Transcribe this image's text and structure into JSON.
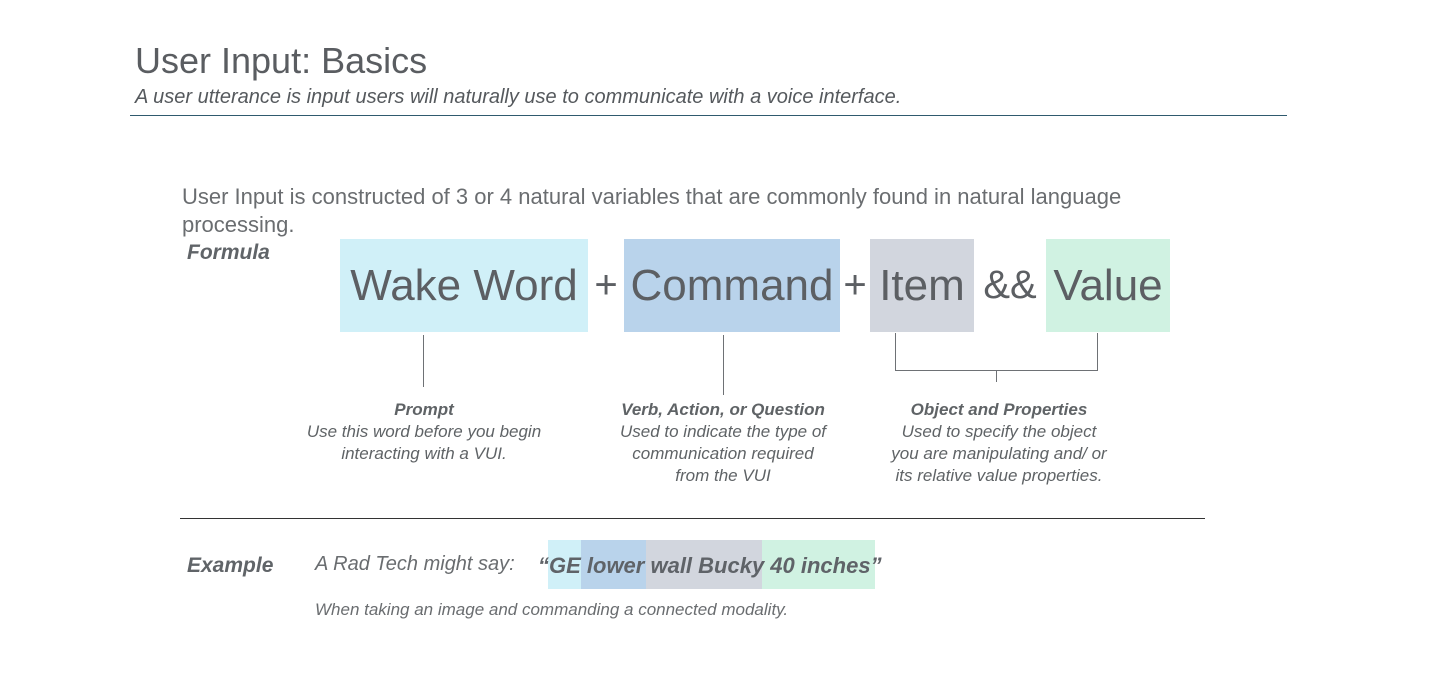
{
  "header": {
    "title": "User Input: Basics",
    "subtitle": "A user utterance is input users will naturally use to communicate with a voice interface."
  },
  "intro": "User Input is constructed of 3 or 4 natural variables that are commonly found in natural language processing.",
  "formula": {
    "label": "Formula",
    "terms": [
      {
        "label": "Wake Word",
        "color": "#d0f0f8"
      },
      {
        "label": "Command",
        "color": "#b9d3eb"
      },
      {
        "label": "Item",
        "color": "#d2d6de"
      },
      {
        "label": "Value",
        "color": "#d0f2e2"
      }
    ],
    "operators": [
      "+",
      "+",
      "&&"
    ]
  },
  "descriptions": [
    {
      "title": "Prompt",
      "body": "Use this word before you begin interacting with a VUI."
    },
    {
      "title": "Verb, Action, or Question",
      "body": "Used to indicate the type of communication required from the VUI"
    },
    {
      "title": "Object and Properties",
      "body": "Used to specify the object you are manipulating and/ or its relative value properties."
    }
  ],
  "example": {
    "label": "Example",
    "lead": "A Rad Tech might say:",
    "quote": "“GE lower wall Bucky 40 inches”",
    "caption": "When taking an image and commanding a connected modality."
  }
}
